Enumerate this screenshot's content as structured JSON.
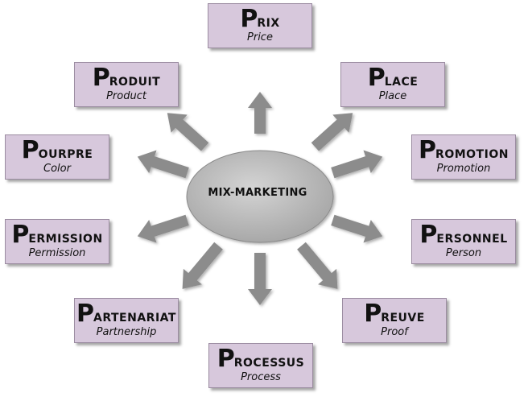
{
  "center": {
    "label": "MIX-MARKETING"
  },
  "colors": {
    "box_fill": "#d7c8dc",
    "box_border": "#9b8ca1",
    "arrow": "#8c8c8c",
    "center_ellipse": "#bdbdbd"
  },
  "items": [
    {
      "initial": "P",
      "rest": "RIX",
      "translation": "Price"
    },
    {
      "initial": "P",
      "rest": "LACE",
      "translation": "Place"
    },
    {
      "initial": "P",
      "rest": "ROMOTION",
      "translation": "Promotion"
    },
    {
      "initial": "P",
      "rest": "ERSONNEL",
      "translation": "Person"
    },
    {
      "initial": "P",
      "rest": "REUVE",
      "translation": "Proof"
    },
    {
      "initial": "P",
      "rest": "ROCESSUS",
      "translation": "Process"
    },
    {
      "initial": "P",
      "rest": "ARTENARIAT",
      "translation": "Partnership"
    },
    {
      "initial": "P",
      "rest": "ERMISSION",
      "translation": "Permission"
    },
    {
      "initial": "P",
      "rest": "OURPRE",
      "translation": "Color"
    },
    {
      "initial": "P",
      "rest": "RODUIT",
      "translation": "Product"
    }
  ]
}
